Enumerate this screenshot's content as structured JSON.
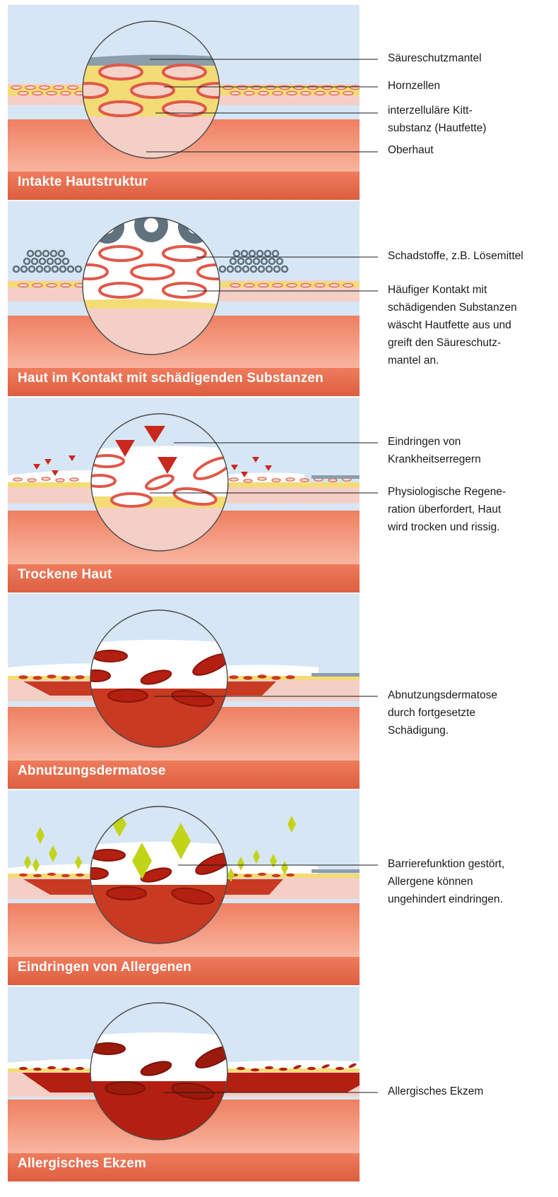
{
  "panels": [
    {
      "title": "Intakte Hautstruktur",
      "annotations": [
        "Säureschutzmantel",
        "Hornzellen",
        "interzelluläre Kitt-\nsubstanz (Hautfette)",
        "Oberhaut"
      ]
    },
    {
      "title": "Haut im Kontakt mit schädigenden Substanzen",
      "annotations": [
        "Schadstoffe, z.B. Lösemittel",
        "Häufiger Kontakt mit\nschädigenden Substanzen\nwäscht Hautfette aus und\ngreift den Säureschutz-\nmantel an."
      ]
    },
    {
      "title": "Trockene Haut",
      "annotations": [
        "Eindringen von\nKrankheitserregern",
        "Physiologische Regene-\nration überfordert, Haut\nwird trocken und rissig."
      ]
    },
    {
      "title": "Abnutzungsdermatose",
      "annotations": [
        "Abnutzungsdermatose\ndurch fortgesetzte\nSchädigung."
      ]
    },
    {
      "title": "Eindringen von Allergenen",
      "annotations": [
        "Barrierefunktion gestört,\nAllergene können\nungehindert eindringen."
      ]
    },
    {
      "title": "Allergisches Ekzem",
      "annotations": [
        "Allergisches Ekzem"
      ]
    }
  ],
  "colors": {
    "sky": "#d7e6f5",
    "dermis_light": "#f4cfc6",
    "dermis_gradient_top": "#ef7f61",
    "dermis_gradient_bottom": "#f9b9a4",
    "title_band": "#e0664a",
    "lipid": "#f3dc74",
    "cell_stroke": "#e0584a",
    "cell_fill": "#f5d2c8",
    "acid_mantle": "#8c9eab",
    "pollutant": "#5f727e",
    "pathogen": "#c8281e",
    "allergen": "#c2d418",
    "damage_red": "#c93a22",
    "eczema_red": "#b31f10"
  }
}
